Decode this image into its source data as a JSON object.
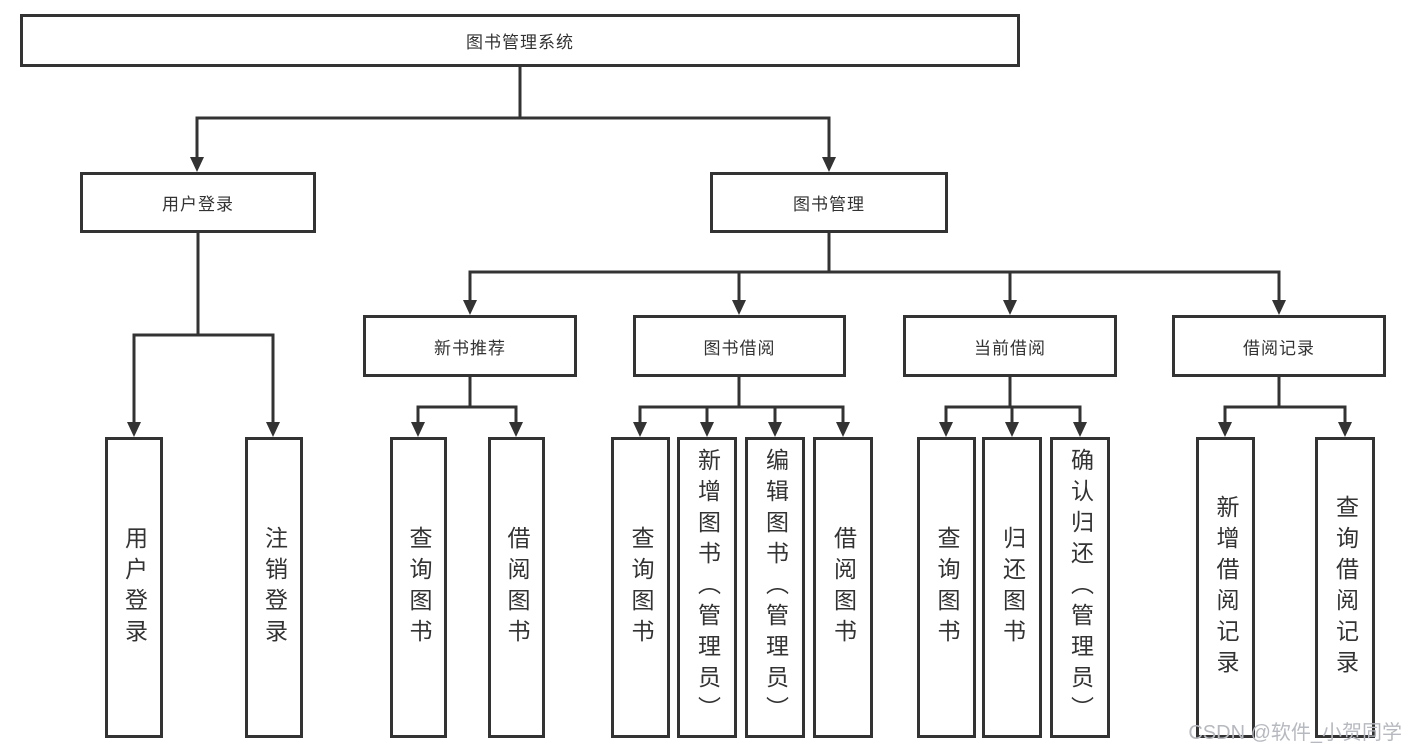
{
  "diagram": {
    "root": {
      "label": "图书管理系统"
    },
    "level2": [
      {
        "label": "用户登录",
        "children": [
          {
            "label": "用户登录"
          },
          {
            "label": "注销登录"
          }
        ]
      },
      {
        "label": "图书管理",
        "children": [
          {
            "label": "新书推荐",
            "children": [
              {
                "label": "查询图书"
              },
              {
                "label": "借阅图书"
              }
            ]
          },
          {
            "label": "图书借阅",
            "children": [
              {
                "label": "查询图书"
              },
              {
                "label": "新增图书（管理员）"
              },
              {
                "label": "编辑图书（管理员）"
              },
              {
                "label": "借阅图书"
              }
            ]
          },
          {
            "label": "当前借阅",
            "children": [
              {
                "label": "查询图书"
              },
              {
                "label": "归还图书"
              },
              {
                "label": "确认归还（管理员）"
              }
            ]
          },
          {
            "label": "借阅记录",
            "children": [
              {
                "label": "新增借阅记录"
              },
              {
                "label": "查询借阅记录"
              }
            ]
          }
        ]
      }
    ]
  },
  "watermark": {
    "text": "CSDN @软件_小贺同学"
  },
  "colors": {
    "line": "#333333",
    "text": "#333333",
    "background": "#ffffff",
    "watermark": "#b6b9bf"
  }
}
